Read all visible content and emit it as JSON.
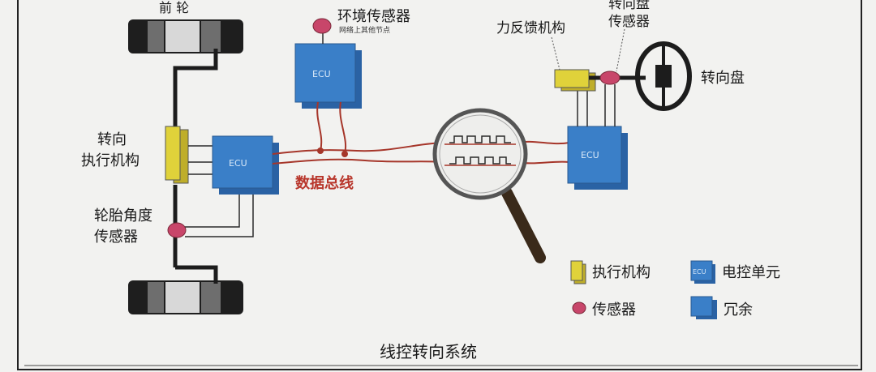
{
  "labels": {
    "front_wheel": "前 轮",
    "env_sensor": "环境传感器",
    "env_sensor_sub": "网络上其他节点",
    "force_feedback": "力反馈机构",
    "steering_sensor_line1": "转向盘",
    "steering_sensor_line2": "传感器",
    "steering_wheel": "转向盘",
    "actuator_line1": "转向",
    "actuator_line2": "执行机构",
    "data_bus": "数据总线",
    "tire_sensor_line1": "轮胎角度",
    "tire_sensor_line2": "传感器",
    "ecu": "ECU",
    "caption": "线控转向系统"
  },
  "legend": {
    "actuator": "执行机构",
    "ecu_unit": "电控单元",
    "sensor": "传感器",
    "redundancy": "冗余"
  },
  "colors": {
    "actuator": "#e0d23a",
    "ecu": "#3a7fc8",
    "ecu_shadow": "#2a62a4",
    "sensor": "#c8466a",
    "wire_red": "#a6362a",
    "wire_black": "#1c1c1c"
  }
}
